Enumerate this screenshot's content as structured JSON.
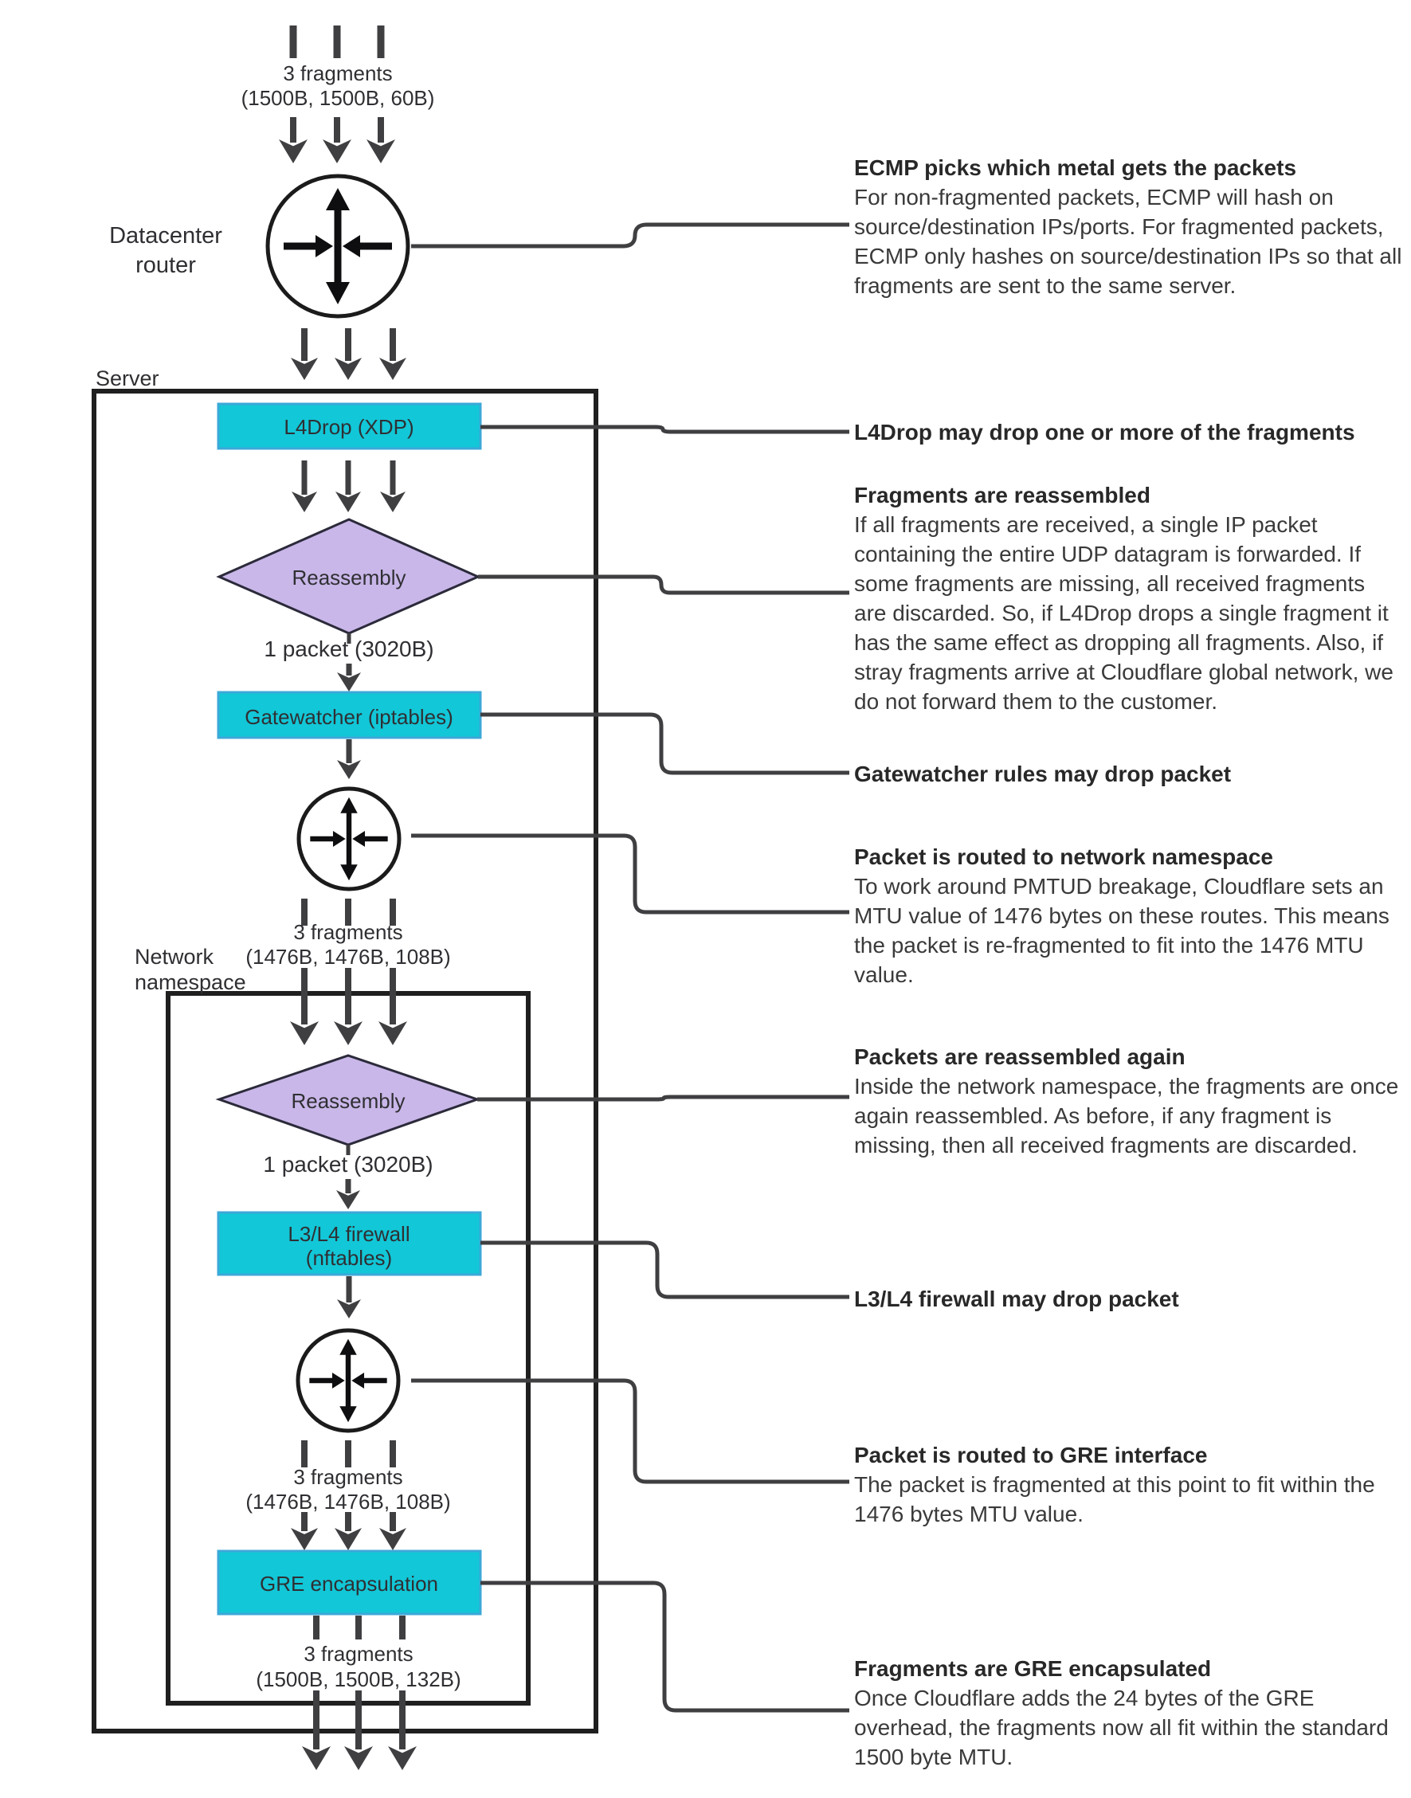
{
  "diagram": {
    "top_fragments": "3 fragments",
    "top_sizes": "(1500B, 1500B, 60B)",
    "datacenter_router_line1": "Datacenter",
    "datacenter_router_line2": "router",
    "server_label": "Server",
    "l4drop_label": "L4Drop (XDP)",
    "reassembly1_label": "Reassembly",
    "packet1_label": "1 packet (3020B)",
    "gatewatcher_label": "Gatewatcher (iptables)",
    "mid_fragments": "3 fragments",
    "mid_sizes": "(1476B, 1476B, 108B)",
    "network_ns_line1": "Network",
    "network_ns_line2": "namespace",
    "reassembly2_label": "Reassembly",
    "packet2_label": "1 packet (3020B)",
    "l3l4_label_line1": "L3/L4 firewall",
    "l3l4_label_line2": "(nftables)",
    "gre_fragments": "3 fragments",
    "gre_sizes": "(1476B, 1476B, 108B)",
    "gre_label": "GRE encapsulation",
    "bottom_fragments": "3 fragments",
    "bottom_sizes": "(1500B, 1500B, 132B)"
  },
  "annotations": [
    {
      "title": "ECMP picks which metal gets the packets",
      "lines": [
        "For non-fragmented packets, ECMP will hash on",
        "source/destination IPs/ports. For fragmented packets,",
        "ECMP only hashes on source/destination IPs so that all",
        "fragments are sent to the same server."
      ]
    },
    {
      "title": "L4Drop may drop one or more of the fragments",
      "lines": []
    },
    {
      "title": "Fragments are reassembled",
      "lines": [
        "If all fragments are received, a single IP packet",
        "containing the entire UDP datagram is forwarded. If",
        "some fragments are missing, all received fragments",
        "are discarded. So, if L4Drop drops a single fragment it",
        "has the same effect as dropping all fragments. Also, if",
        "stray fragments arrive at Cloudflare global network, we",
        "do not forward them to the customer."
      ]
    },
    {
      "title": "Gatewatcher rules may drop packet",
      "lines": []
    },
    {
      "title": "Packet is routed to network namespace",
      "lines": [
        "To work around PMTUD breakage, Cloudflare sets an",
        "MTU value of 1476 bytes on these routes. This means",
        "the packet is re-fragmented to fit into the 1476 MTU",
        "value."
      ]
    },
    {
      "title": "Packets are reassembled again",
      "lines": [
        "Inside the network namespace, the fragments are once",
        "again reassembled. As before, if any fragment is",
        "missing, then all received fragments are discarded."
      ]
    },
    {
      "title": "L3/L4 firewall may drop packet",
      "lines": []
    },
    {
      "title": "Packet is routed to GRE interface",
      "lines": [
        "The packet is fragmented at this point to fit within the",
        "1476 bytes MTU value."
      ]
    },
    {
      "title": "Fragments are GRE encapsulated",
      "lines": [
        "Once Cloudflare adds the 24 bytes of the GRE",
        "overhead, the fragments now all fit within the standard",
        "1500 byte MTU."
      ]
    }
  ],
  "colors": {
    "box_fill": "#12c7d7",
    "box_border": "#3da8d8",
    "diamond_fill": "#c9b7e9",
    "diamond_border": "#2b2a3a",
    "line": "#3f3f42",
    "frame": "#1f1f1f"
  }
}
